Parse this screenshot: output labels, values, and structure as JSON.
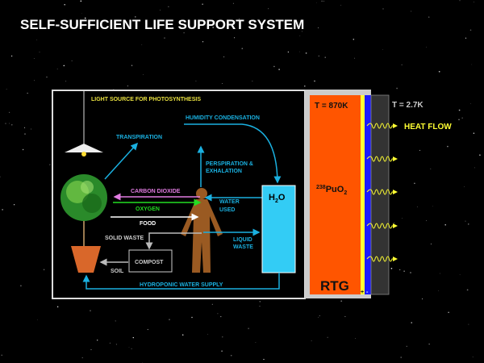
{
  "title": "SELF-SUFFICIENT LIFE SUPPORT SYSTEM",
  "habitat": {
    "light_source": "LIGHT SOURCE FOR PHOTOSYNTHESIS",
    "transpiration": "TRANSPIRATION",
    "humidity": "HUMIDITY CONDENSATION",
    "perspiration_1": "PERSPIRATION &",
    "perspiration_2": "EXHALATION",
    "carbon_dioxide": "CARBON DIOXIDE",
    "oxygen": "OXYGEN",
    "food": "FOOD",
    "water_used_1": "WATER",
    "water_used_2": "USED",
    "solid_waste": "SOLID WASTE",
    "compost": "COMPOST",
    "soil": "SOIL",
    "liquid_waste_1": "LIQUID",
    "liquid_waste_2": "WASTE",
    "hydroponic": "HYDROPONIC WATER SUPPLY",
    "h2o_h": "H",
    "h2o_sub": "2",
    "h2o_o": "O"
  },
  "rtg": {
    "hot_temp": "T = 870K",
    "cold_temp": "T = 2.7K",
    "isotope_sup": "238",
    "isotope_main": "PuO",
    "isotope_sub": "2",
    "label": "RTG",
    "plus": "+",
    "minus": "-",
    "heat_flow": "HEAT FLOW"
  },
  "colors": {
    "cyan": "#1ab0e0",
    "rtg_orange": "#ff5500",
    "yellow": "#ffff33",
    "blue": "#1a1aff",
    "pink": "#e07be0",
    "green": "#22dd22",
    "brown": "#9a5a22",
    "pot": "#d9672a"
  }
}
